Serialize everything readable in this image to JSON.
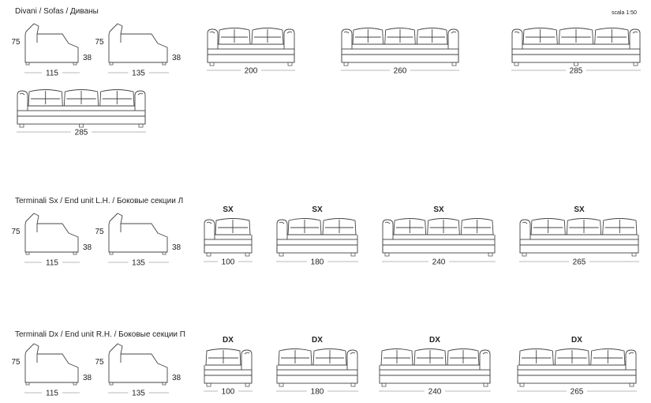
{
  "sections": [
    {
      "title": "Divani / Sofas / Диваны",
      "side_views": [
        {
          "height": "75",
          "seat": "38",
          "depth": "115"
        },
        {
          "height": "75",
          "seat": "38",
          "depth": "135"
        }
      ],
      "sofas": [
        {
          "width": "200",
          "cushions": 2
        },
        {
          "width": "260",
          "cushions": 3
        },
        {
          "width": "285",
          "cushions": 3
        },
        {
          "width": "285",
          "cushions": 3
        }
      ]
    },
    {
      "title": "Terminali Sx / End unit L.H. / Боковые секции Л",
      "side_views": [
        {
          "height": "75",
          "seat": "38",
          "depth": "115"
        },
        {
          "height": "75",
          "seat": "38",
          "depth": "135"
        }
      ],
      "units": [
        {
          "label": "SX",
          "width": "100",
          "cushions": 1
        },
        {
          "label": "SX",
          "width": "180",
          "cushions": 2
        },
        {
          "label": "SX",
          "width": "240",
          "cushions": 3
        },
        {
          "label": "SX",
          "width": "265",
          "cushions": 3
        }
      ]
    },
    {
      "title": "Terminali Dx / End unit R.H. / Боковые секции П",
      "side_views": [
        {
          "height": "75",
          "seat": "38",
          "depth": "115"
        },
        {
          "height": "75",
          "seat": "38",
          "depth": "135"
        }
      ],
      "units": [
        {
          "label": "DX",
          "width": "100",
          "cushions": 1
        },
        {
          "label": "DX",
          "width": "180",
          "cushions": 2
        },
        {
          "label": "DX",
          "width": "240",
          "cushions": 3
        },
        {
          "label": "DX",
          "width": "265",
          "cushions": 3
        }
      ]
    }
  ],
  "scale": "scala 1:50",
  "colors": {
    "line": "#444444",
    "text": "#222222",
    "dim": "#777777"
  }
}
